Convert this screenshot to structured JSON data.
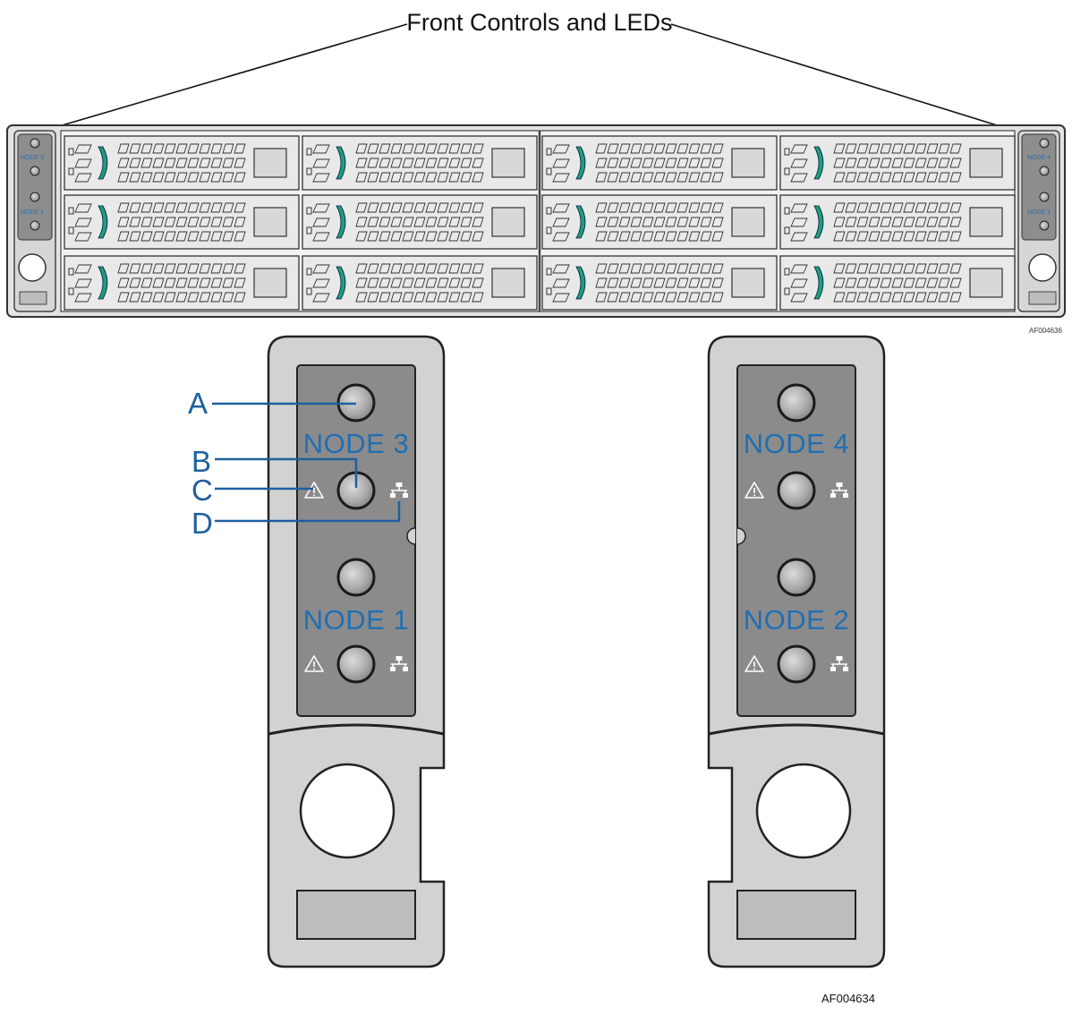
{
  "title": "Front Controls and LEDs",
  "figure_ids": {
    "chassis": "AF004636",
    "panels": "AF004634"
  },
  "panels": [
    {
      "top_node": "NODE 3",
      "bottom_node": "NODE 1"
    },
    {
      "top_node": "NODE 4",
      "bottom_node": "NODE 2"
    }
  ],
  "callouts": [
    "A",
    "B",
    "C",
    "D"
  ],
  "mini_labels": {
    "left_top": "NODE 3",
    "left_bottom": "NODE 1",
    "right_top": "NODE 4",
    "right_bottom": "NODE 2"
  },
  "colors": {
    "drive_latch": "#1aa07a",
    "label_blue": "#1f6fb4",
    "panel_dark": "#8b8b8b",
    "panel_light": "#cfcfcf"
  },
  "icons": [
    "warning-triangle-icon",
    "network-icon",
    "power-button-icon"
  ]
}
